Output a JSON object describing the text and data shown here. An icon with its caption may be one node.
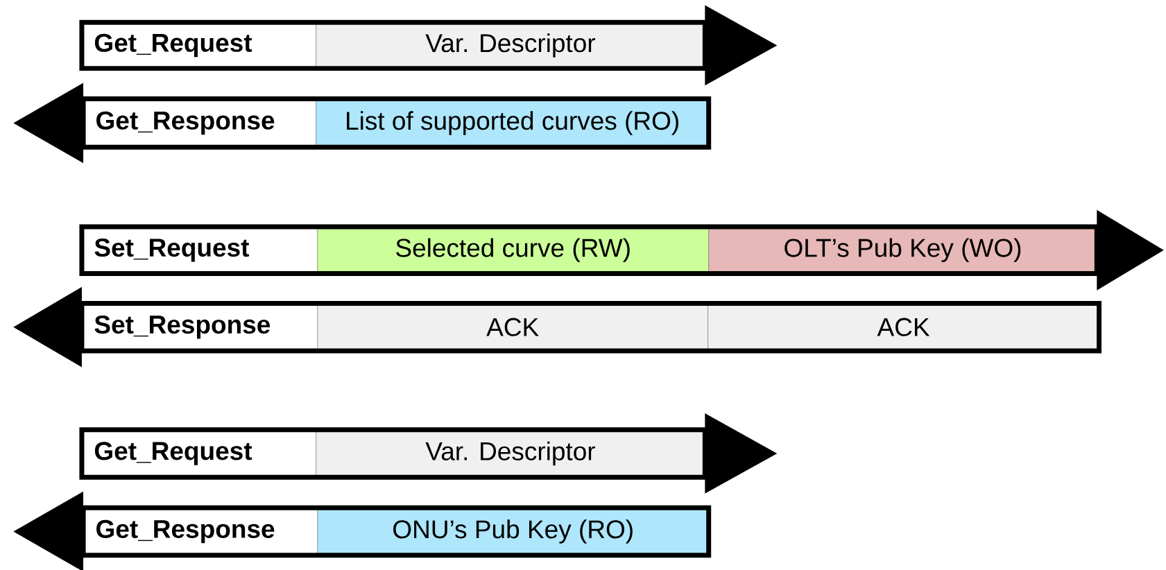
{
  "diagram": {
    "nodes": [
      {
        "text": [],
        "shape": "bar"
      },
      {
        "text": [
          "Get_Request"
        ],
        "in": 0
      },
      {
        "text": [
          "Var. Descriptor"
        ],
        "in": 0
      },
      {
        "text": [],
        "shape": "bar"
      },
      {
        "text": [
          "Get_Response"
        ],
        "in": 3
      },
      {
        "text": [
          "List of supported curves (RO)"
        ],
        "in": 3
      },
      {
        "text": [],
        "shape": "bar"
      },
      {
        "text": [
          "Set_Request"
        ],
        "in": 6
      },
      {
        "text": [
          "Selected curve (RW)"
        ],
        "in": 6
      },
      {
        "text": [
          "OLT’s Pub Key (WO)"
        ],
        "in": 6
      },
      {
        "text": [],
        "shape": "bar"
      },
      {
        "text": [
          "Set_Response"
        ],
        "in": 10
      },
      {
        "text": [
          "ACK"
        ],
        "in": 10
      },
      {
        "text": [
          "ACK"
        ],
        "in": 10
      },
      {
        "text": [],
        "shape": "bar"
      },
      {
        "text": [
          "Get_Request"
        ],
        "in": 14
      },
      {
        "text": [
          "Var. Descriptor"
        ],
        "in": 14
      },
      {
        "text": [],
        "shape": "bar"
      },
      {
        "text": [
          "Get_Response"
        ],
        "in": 17
      },
      {
        "text": [
          "ONU’s Pub Key (RO)"
        ],
        "in": 17
      }
    ]
  }
}
